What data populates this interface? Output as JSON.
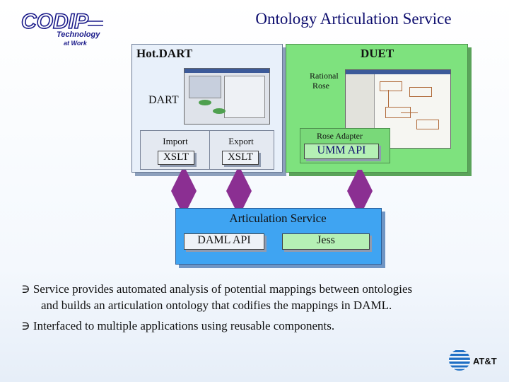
{
  "header": {
    "logo_main": "CODIP",
    "logo_line1": "Technology",
    "logo_line2": "at Work",
    "title": "Ontology Articulation Service"
  },
  "hotdart": {
    "label": "Hot.DART",
    "dart_label": "DART",
    "import_label": "Import",
    "export_label": "Export",
    "import_xslt": "XSLT",
    "export_xslt": "XSLT"
  },
  "duet": {
    "label": "DUET",
    "rational_line1": "Rational",
    "rational_line2": "Rose",
    "rose_adapter": "Rose Adapter",
    "umm_api": "UMM API"
  },
  "articulation": {
    "label": "Articulation Service",
    "daml_api": "DAML API",
    "jess": "Jess"
  },
  "bullets": [
    {
      "glyph": "∋",
      "line1": "Service provides automated analysis of potential mappings between ontologies",
      "line2": "and builds an articulation ontology that codifies the mappings in DAML."
    },
    {
      "glyph": "∋",
      "line1": "Interfaced to multiple applications using reusable components."
    }
  ],
  "footer": {
    "brand": "AT&T"
  },
  "colors": {
    "title": "#0d0d6e",
    "duet_bg": "#7ee27e",
    "articulation_bg": "#3fa4f2",
    "arrow": "#8b2f92",
    "button_green": "#b5f0b5"
  }
}
